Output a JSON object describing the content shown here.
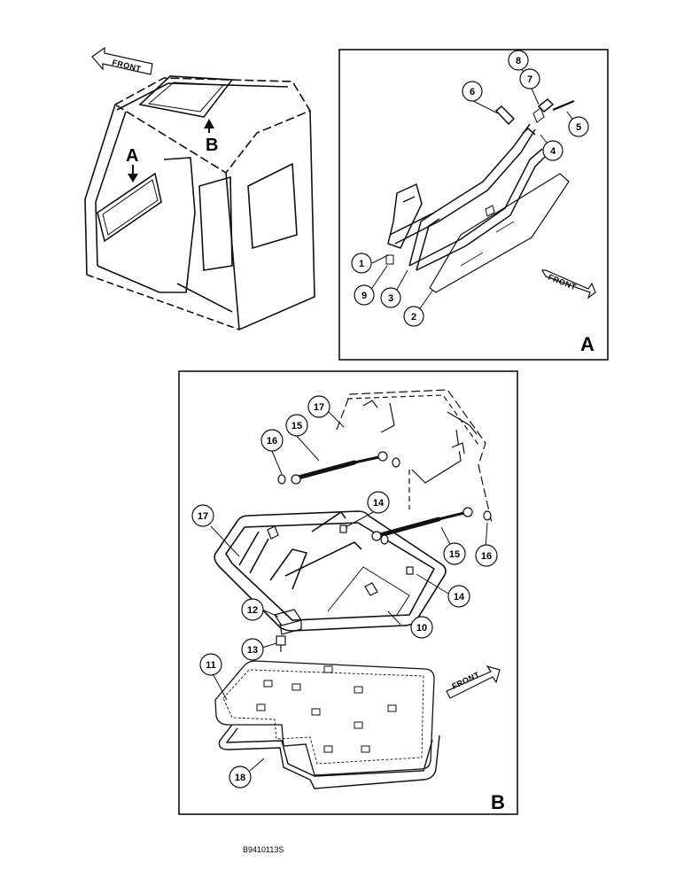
{
  "labels": {
    "front": "FRONT",
    "view_a": "A",
    "view_b": "B",
    "marker_a": "A",
    "marker_b": "B",
    "drawing_code": "B9410113S"
  },
  "callouts_a": [
    "1",
    "2",
    "3",
    "4",
    "5",
    "6",
    "7",
    "8",
    "9"
  ],
  "callouts_b": [
    "10",
    "11",
    "12",
    "13",
    "14",
    "14",
    "15",
    "15",
    "16",
    "16",
    "17",
    "17",
    "18"
  ],
  "colors": {
    "line": "#111111",
    "background": "#ffffff"
  }
}
